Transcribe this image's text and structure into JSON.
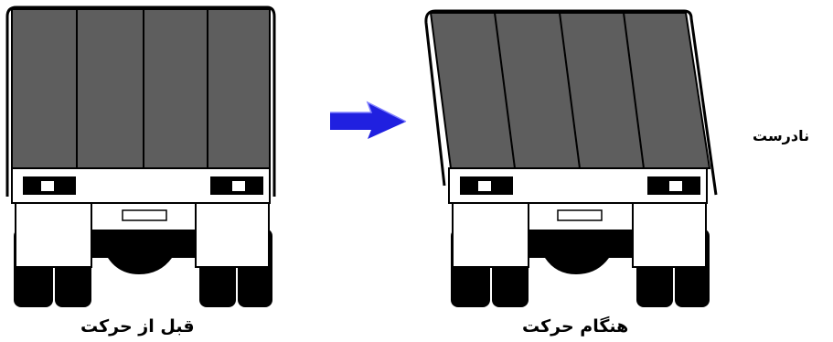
{
  "captions": {
    "before": "قبل از حرکت",
    "during": "هنگام حرکت"
  },
  "verdict": "نادرست",
  "colors": {
    "cargo_cover": "#5e5e5e",
    "outline": "#000000",
    "body": "#ffffff",
    "arrow": "#2020e0"
  },
  "icons": {
    "motion": "right-arrow-icon"
  }
}
